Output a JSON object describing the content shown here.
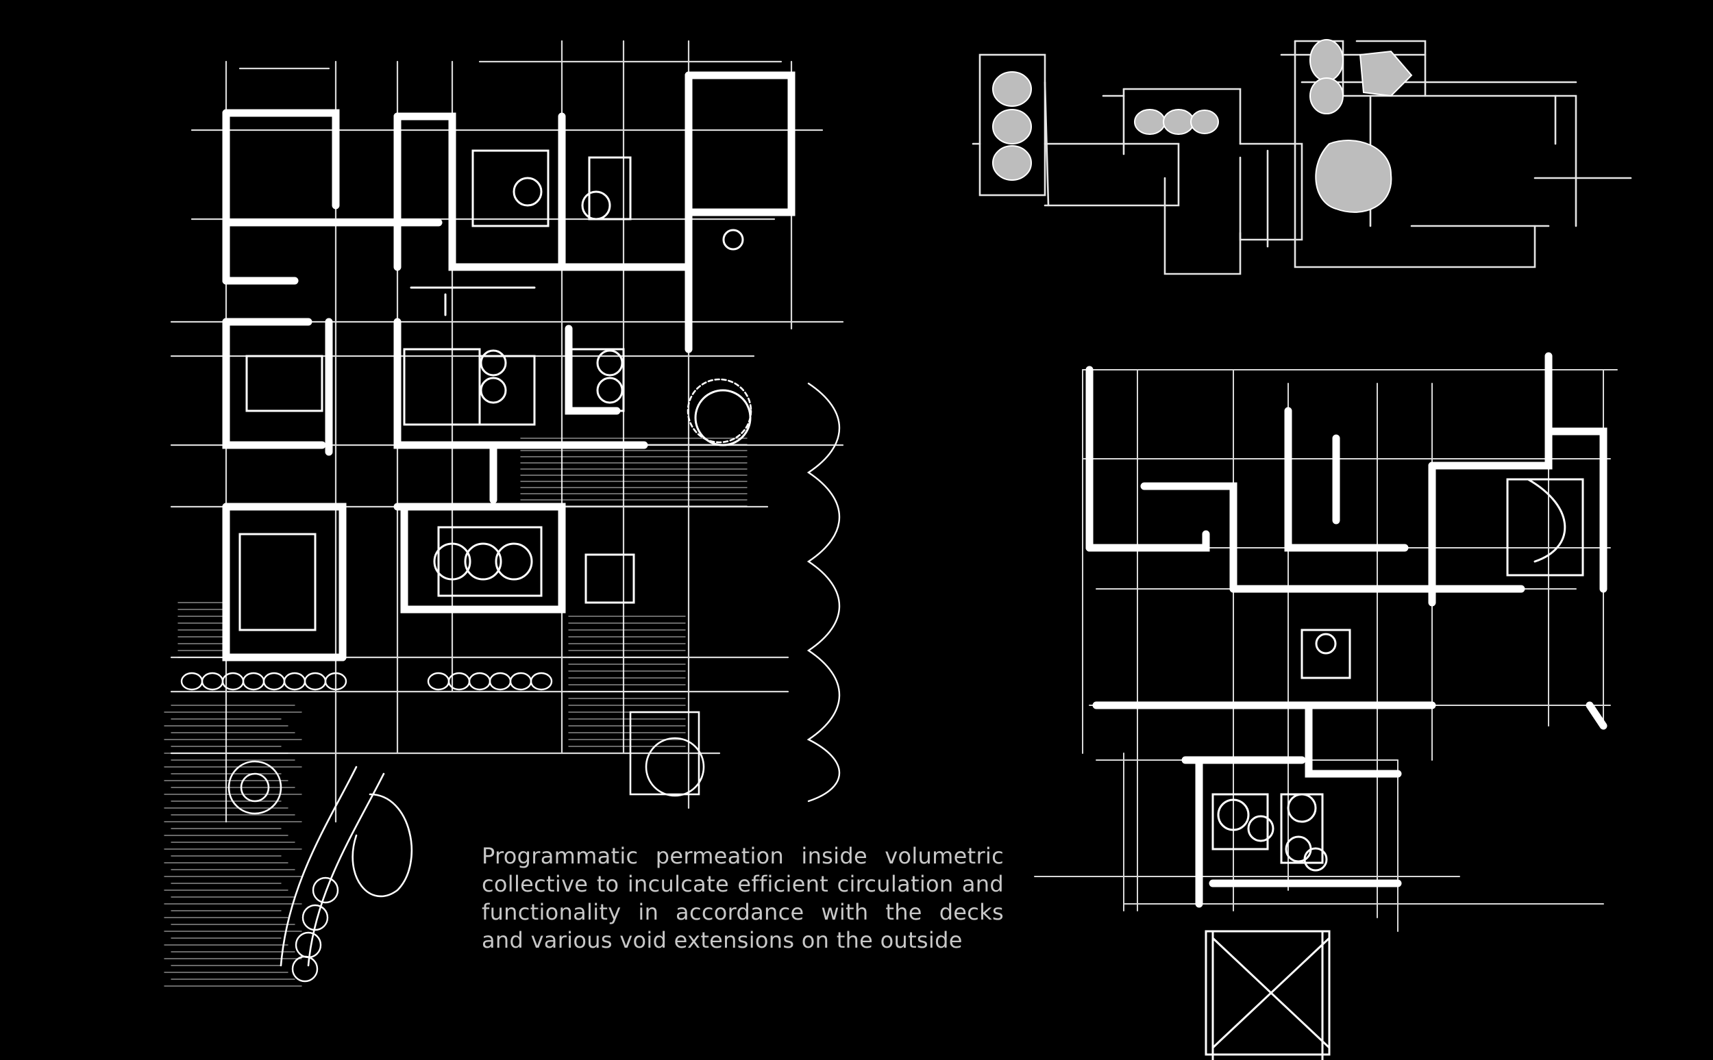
{
  "caption": {
    "lines": [
      "Programmatic permeation inside volumetric",
      "collective to inculcate efficient circulation and",
      "functionality in accordance with the decks",
      "and various void extensions on the outside"
    ]
  },
  "colors": {
    "background": "#000000",
    "ink": "#ffffff",
    "caption": "#c8c8c8",
    "wash": "#bdbdbd"
  }
}
